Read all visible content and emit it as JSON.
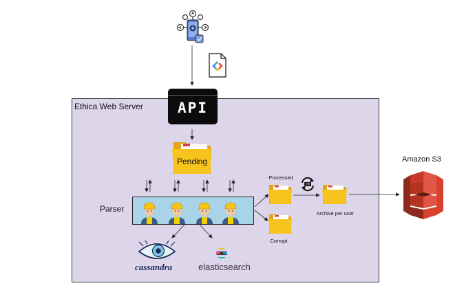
{
  "server": {
    "label": "Ethica Web Server"
  },
  "api": {
    "label": "API"
  },
  "pending": {
    "label": "Pending"
  },
  "parser": {
    "label": "Parser"
  },
  "processed": {
    "label": "Processed"
  },
  "corrupt": {
    "label": "Corrupt"
  },
  "archive": {
    "label": "Archive per user"
  },
  "s3": {
    "label": "Amazon S3"
  },
  "cassandra": {
    "label": "cassandra"
  },
  "elasticsearch": {
    "label": "elasticsearch"
  },
  "colors": {
    "server_bg": "#ddd6eb",
    "folder": "#f7c41f",
    "folder_dark": "#e5a50a",
    "s3_red": "#d9412e",
    "s3_dark": "#8c2a1c",
    "parser_bg": "#a9d3e6"
  }
}
